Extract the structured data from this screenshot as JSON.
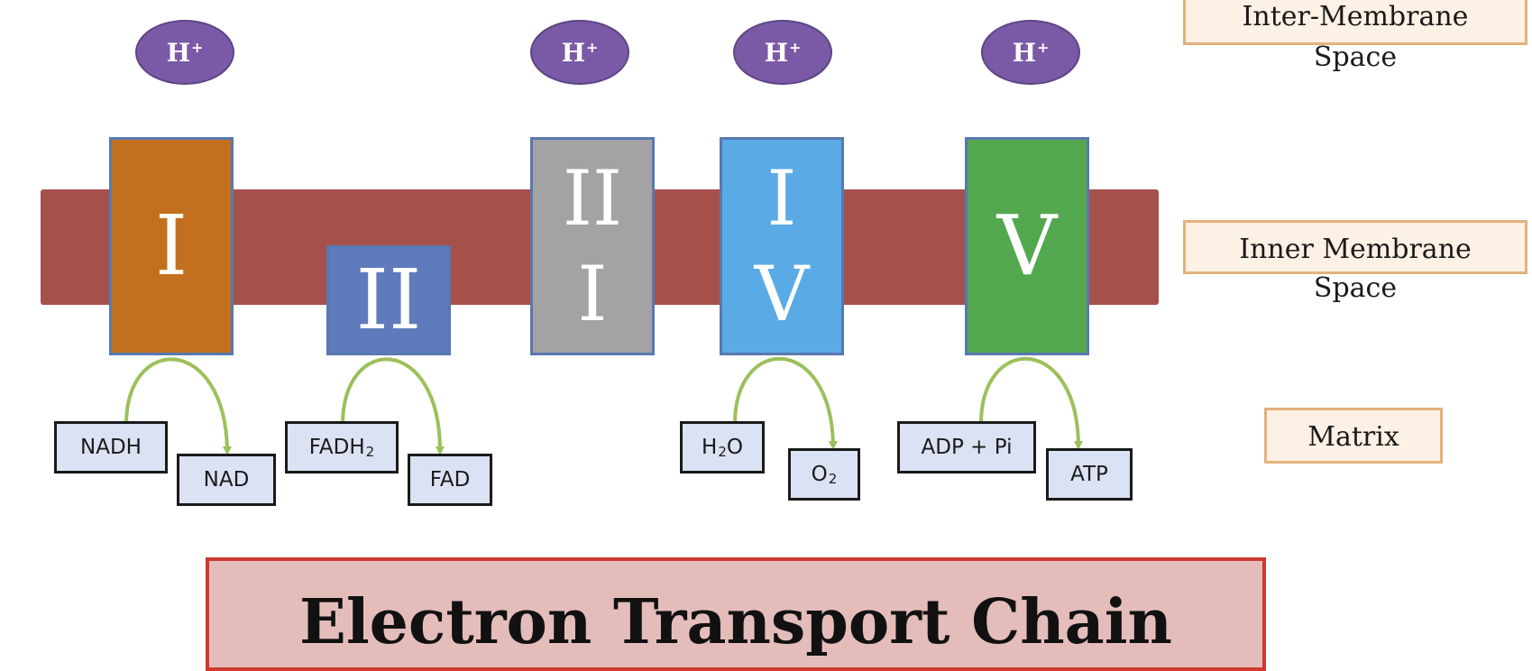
{
  "proton_label": "H",
  "proton_charge": "+",
  "side_labels": {
    "inter_membrane": {
      "line1": "Inter-Membrane",
      "line2": "Space"
    },
    "inner_membrane": {
      "line1": "Inner Membrane",
      "line2": "Space"
    },
    "matrix": {
      "line1": "Matrix"
    }
  },
  "complexes": {
    "c1": {
      "label": "I",
      "color": "#c2701f"
    },
    "c2": {
      "label": "II",
      "color": "#5f7bbb"
    },
    "c3": {
      "top": "II",
      "bottom": "I",
      "color": "#a3a3a3"
    },
    "c4": {
      "top": "I",
      "bottom": "V",
      "color": "#5aaae6"
    },
    "c5": {
      "label": "V",
      "color": "#53a84f"
    }
  },
  "molecules": {
    "nadh": "NADH",
    "nad": "NAD",
    "fadh2": {
      "base": "FADH",
      "sub": "2"
    },
    "fad": "FAD",
    "h2o": {
      "pre": "H",
      "sub": "2",
      "post": "O"
    },
    "o2": {
      "base": "O",
      "sub": "2"
    },
    "adp_pi": "ADP + Pi",
    "atp": "ATP"
  },
  "title": "Electron Transport Chain",
  "colors": {
    "membrane": "#a6504c",
    "proton": "#7a5aa6",
    "arrow": "#9cc05a",
    "molecule_fill": "#dbe2f3",
    "side_label_border": "#e4b17c",
    "title_border": "#cc3a32",
    "title_fill": "#e4bdbb"
  }
}
